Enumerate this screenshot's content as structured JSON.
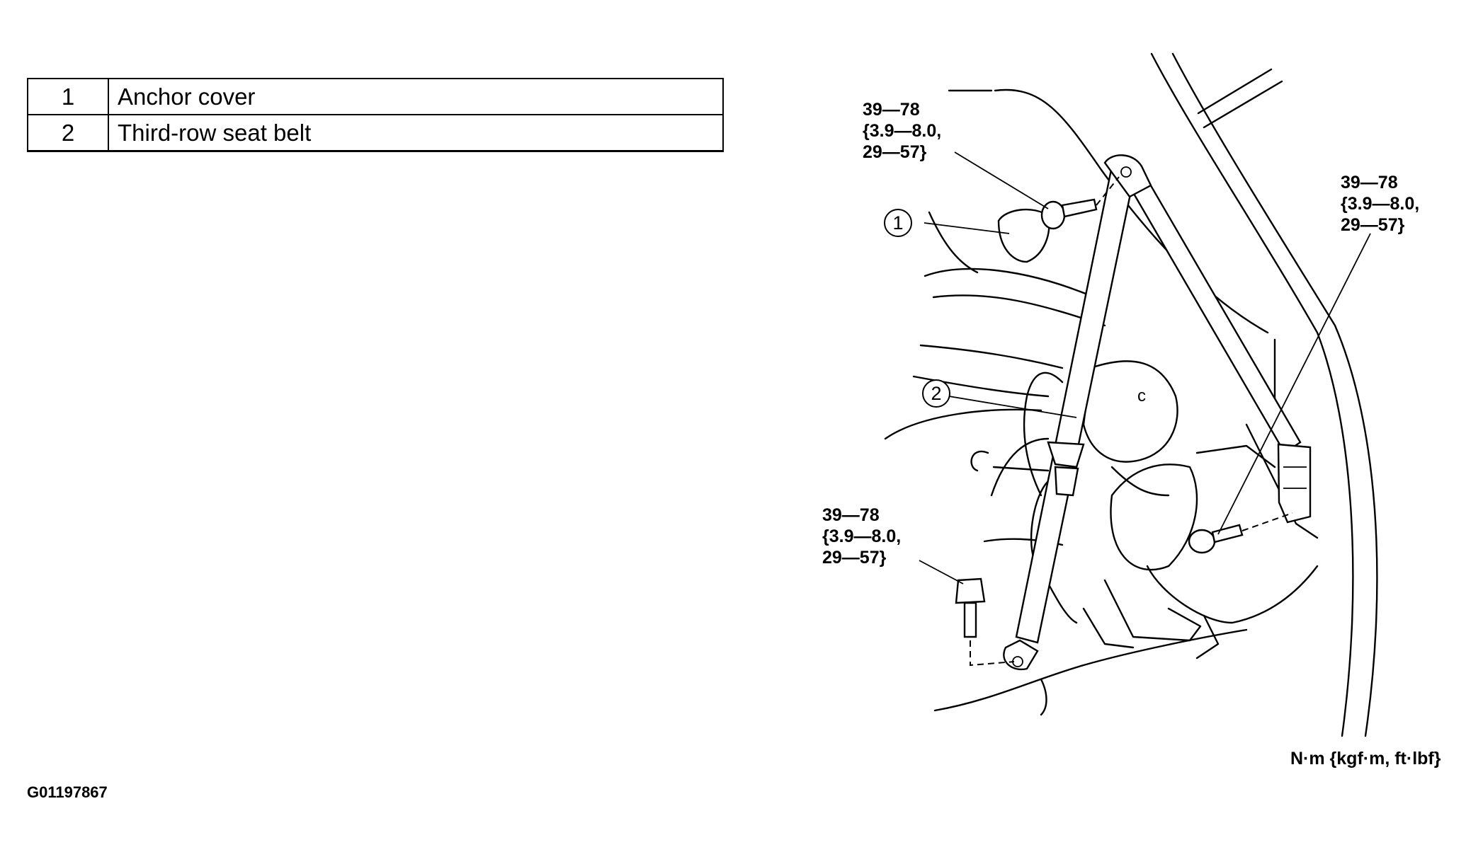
{
  "legend": {
    "rows": [
      {
        "num": "1",
        "text": "Anchor cover"
      },
      {
        "num": "2",
        "text": "Third-row seat belt"
      }
    ]
  },
  "diagram": {
    "callouts": {
      "anchor_cover": "1",
      "seat_belt": "2"
    },
    "torque_labels": {
      "upper_left": "39—78\n{3.9—8.0,\n29—57}",
      "right": "39—78\n{3.9—8.0,\n29—57}",
      "lower_left": "39—78\n{3.9—8.0,\n29—57}"
    },
    "part_mark": "c",
    "unit_label": "N·m {kgf·m, ft·lbf}",
    "figure_id": "G01197867"
  }
}
